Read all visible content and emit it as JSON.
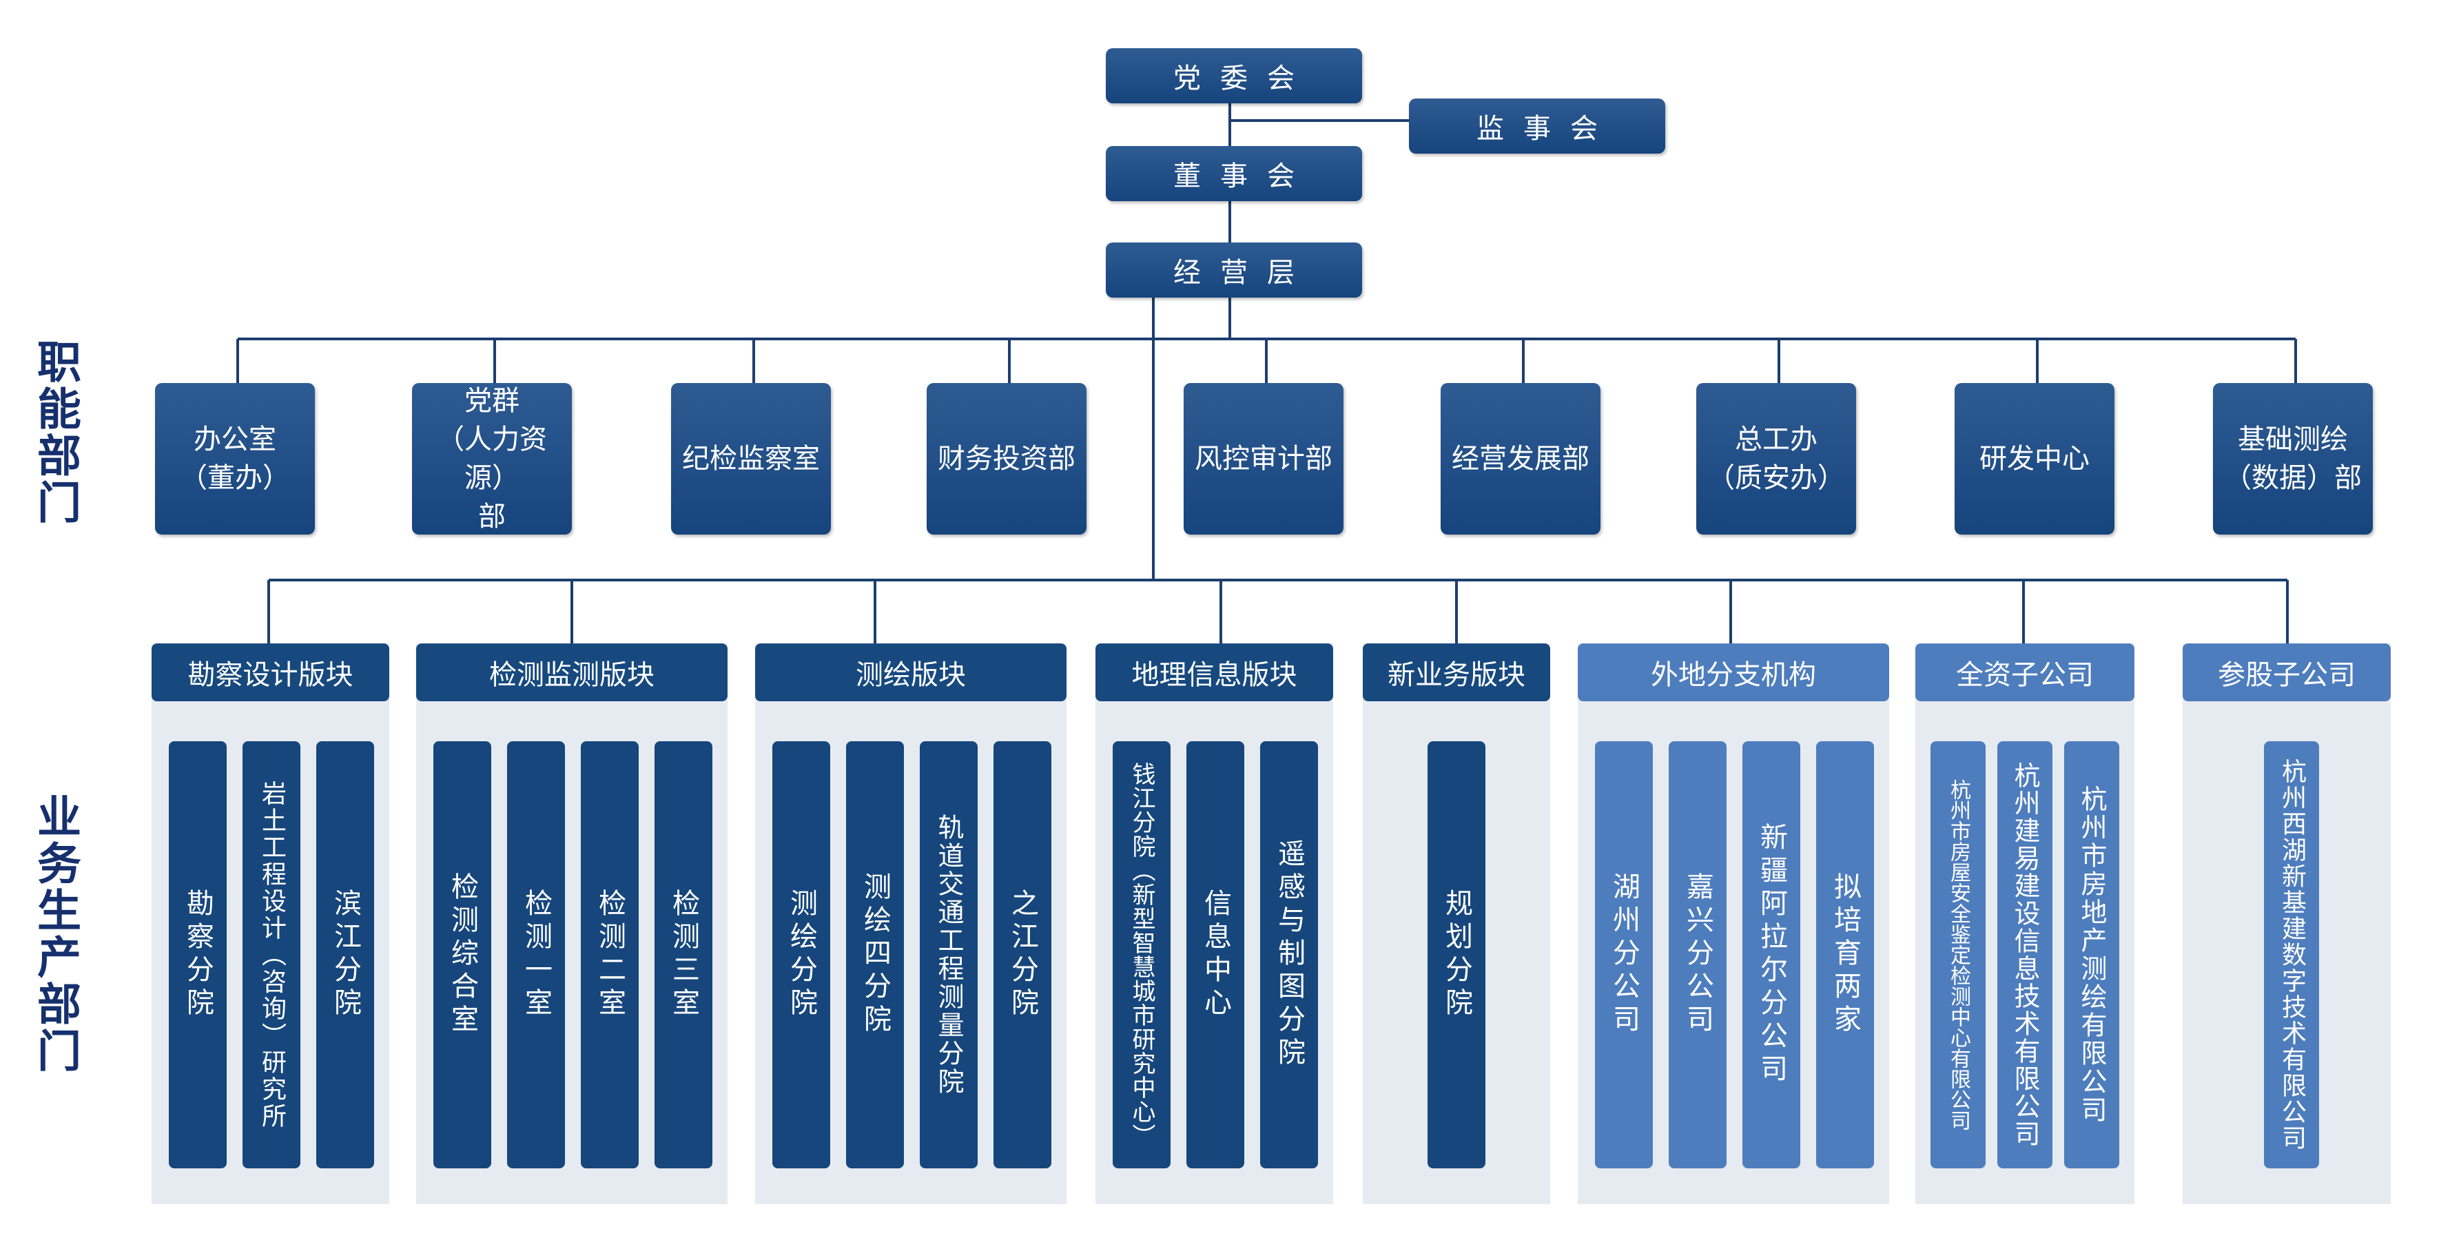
{
  "side_labels": {
    "functional": "职能部门",
    "business": "业务生产部门"
  },
  "top": {
    "party_committee": "党委会",
    "supervisory_board": "监事会",
    "board_of_directors": "董事会",
    "management": "经营层"
  },
  "functional_departments": [
    "办公室\n（董办）",
    "党群\n（人力资源）\n部",
    "纪检监察室",
    "财务投资部",
    "风控审计部",
    "经营发展部",
    "总工办\n（质安办）",
    "研发中心",
    "基础测绘\n（数据）部"
  ],
  "business_sections": [
    {
      "title": "勘察设计版块",
      "units": [
        "勘察分院",
        "岩土工程设计（咨询）研究所",
        "滨江分院"
      ]
    },
    {
      "title": "检测监测版块",
      "units": [
        "检测综合室",
        "检测一室",
        "检测二室",
        "检测三室"
      ]
    },
    {
      "title": "测绘版块",
      "units": [
        "测绘分院",
        "测绘四分院",
        "轨道交通工程测量分院",
        "之江分院"
      ]
    },
    {
      "title": "地理信息版块",
      "units": [
        "钱江分院（新型智慧城市研究中心）",
        "信息中心",
        "遥感与制图分院"
      ]
    },
    {
      "title": "新业务版块",
      "units": [
        "规划分院"
      ]
    },
    {
      "title": "外地分支机构",
      "units": [
        "湖州分公司",
        "嘉兴分公司",
        "新疆阿拉尔分公司",
        "拟培育两家"
      ]
    },
    {
      "title": "全资子公司",
      "units": [
        "杭州市房屋安全鉴定检测中心有限公司",
        "杭州建易建设信息技术有限公司",
        "杭州市房地产测绘有限公司"
      ]
    },
    {
      "title": "参股子公司",
      "units": [
        "杭州西湖新基建数字技术有限公司"
      ]
    }
  ],
  "colors": {
    "dark_blue": "#16467c",
    "light_blue": "#4e7dbd",
    "panel_bg": "#e6ebf1",
    "label_navy": "#16306e",
    "line": "#1d3f6e"
  }
}
